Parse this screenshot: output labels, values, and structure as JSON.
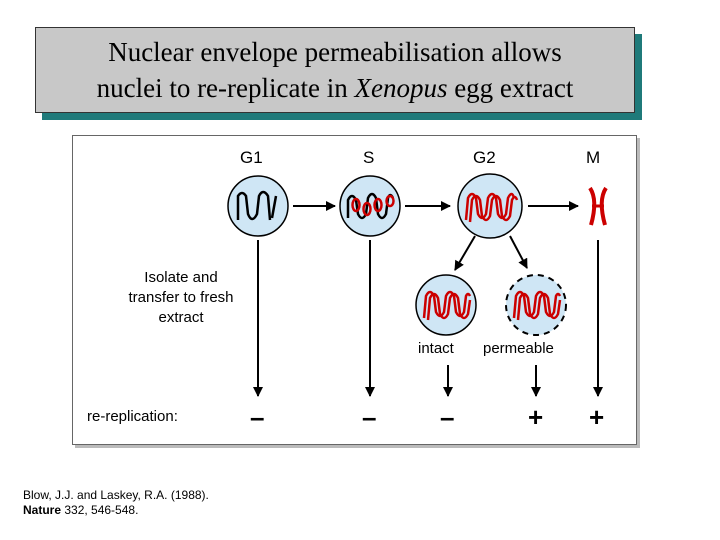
{
  "title": {
    "line1": "Nuclear envelope permeabilisation allows",
    "line2_prefix": "nuclei to re-replicate in ",
    "line2_italic": "Xenopus",
    "line2_suffix": " egg extract"
  },
  "phases": {
    "g1": "G1",
    "s": "S",
    "g2": "G2",
    "m": "M"
  },
  "isolate_label": [
    "Isolate and",
    "transfer to fresh",
    "extract"
  ],
  "nucleus_labels": {
    "intact": "intact",
    "permeable": "permeable"
  },
  "rereplication_label": "re-replication:",
  "results": {
    "g1": "–",
    "s": "–",
    "intact": "–",
    "permeable": "+",
    "m": "+"
  },
  "citation": {
    "authors": "Blow, J.J. and Laskey, R.A. (1988).",
    "journal": "Nature",
    "ref": " 332, 546-548."
  },
  "colors": {
    "nucleus_fill": "#cfe6f5",
    "dna_red": "#cc0000",
    "title_bg": "#c8c8c8",
    "title_shadow": "#1f7a7a"
  }
}
